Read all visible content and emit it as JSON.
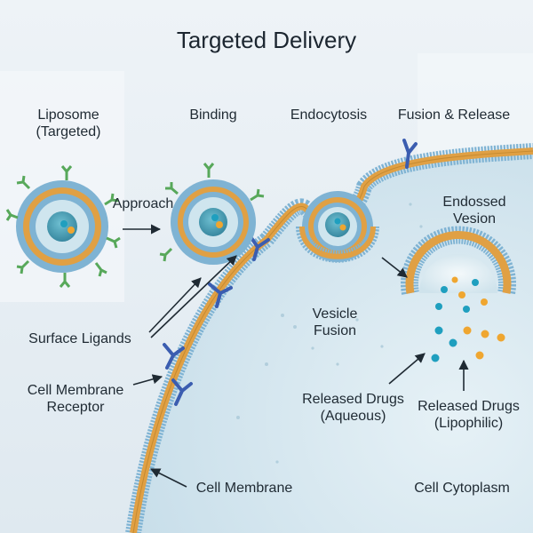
{
  "title": "Targeted Delivery",
  "stages": {
    "liposome_line1": "Liposome",
    "liposome_line2": "(Targeted)",
    "binding": "Binding",
    "endocytosis": "Endocytosis",
    "fusion_release": "Fusion & Release"
  },
  "labels": {
    "approach": "Approach",
    "endossed_line1": "Endossed",
    "endossed_line2": "Vesion",
    "vesicle_line1": "Vesicle",
    "vesicle_line2": "Fusion",
    "surface_ligands": "Surface Ligands",
    "receptor_line1": "Cell Membrane",
    "receptor_line2": "Receptor",
    "aqueous_line1": "Released Drugs",
    "aqueous_line2": "(Aqueous)",
    "lipophilic_line1": "Released Drugs",
    "lipophilic_line2": "(Lipophilic)",
    "cell_membrane": "Cell Membrane",
    "cell_cytoplasm": "Cell Cytoplasm"
  },
  "colors": {
    "lipid_head": "#7fb3d3",
    "lipid_tail": "#e0a044",
    "core": "#3f95ad",
    "ligand": "#57a85a",
    "receptor": "#3b5db0",
    "cytoplasm": "#d6e8f1",
    "drug_aqueous": "#1f9fbf",
    "drug_lipophilic": "#efa630"
  },
  "icons": {
    "ligand": "y-ligand-icon",
    "receptor": "y-receptor-icon"
  }
}
